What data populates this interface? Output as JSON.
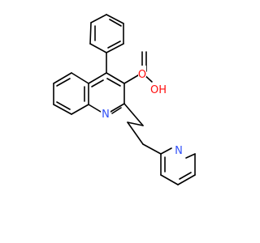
{
  "molecule": {
    "atoms": [
      {
        "symbol": "O",
        "color": "#ff0d0d"
      },
      {
        "symbol": "OH",
        "color": "#ff0d0d"
      },
      {
        "symbol": "N",
        "color": "#3050f8"
      },
      {
        "symbol": "N",
        "color": "#3050f8"
      }
    ],
    "bond_color": "#000000"
  }
}
